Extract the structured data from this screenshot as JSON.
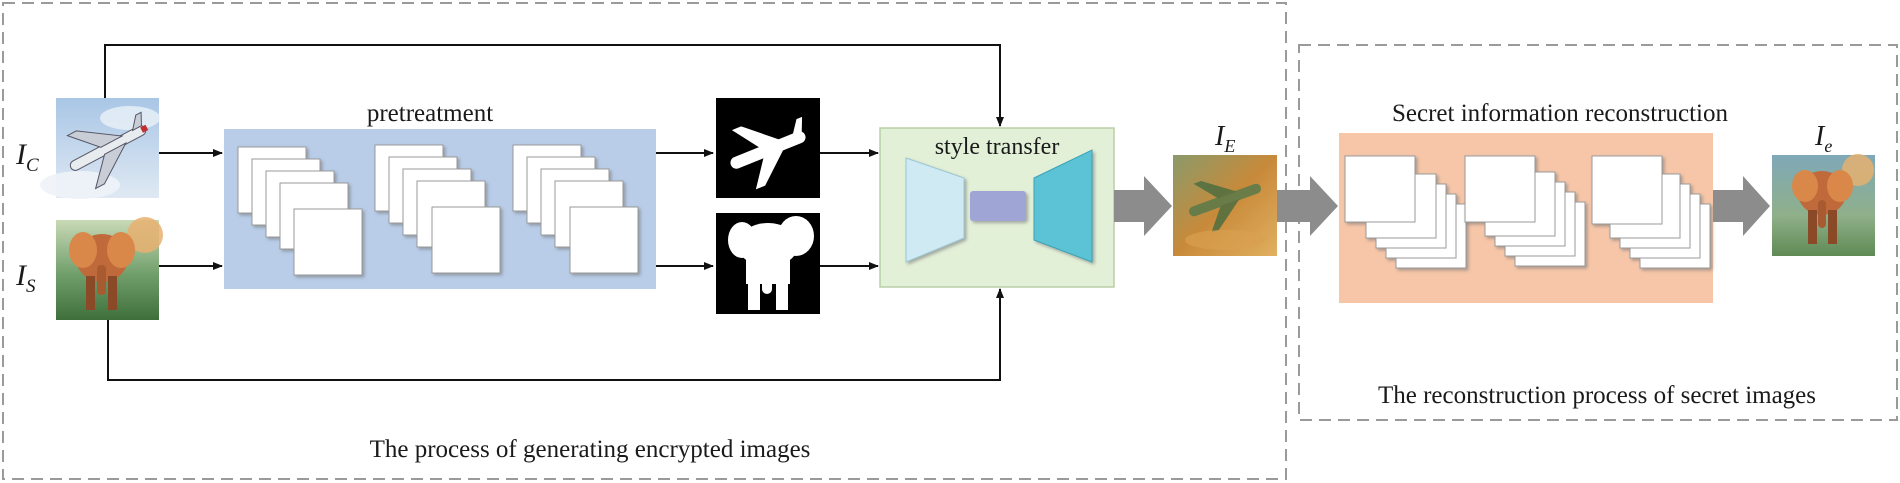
{
  "labels": {
    "ic": "I",
    "ic_sub": "C",
    "is": "I",
    "is_sub": "S",
    "ie_upper": "I",
    "ie_upper_sub": "E",
    "ie_lower": "I",
    "ie_lower_sub": "e",
    "pretreatment": "pretreatment",
    "style_transfer": "style transfer",
    "secret_reconstruction": "Secret information reconstruction",
    "left_caption": "The process of generating encrypted images",
    "right_caption": "The reconstruction process of secret images"
  },
  "colors": {
    "dashed_border": "#9a9a9a",
    "pretreatment_bg": "#b9cde9",
    "style_transfer_bg": "#e3f0d8",
    "style_transfer_border": "#b8cfa8",
    "encoder": "#cfeaf3",
    "decoder": "#5bc3d6",
    "bottleneck": "#9fa6d6",
    "reconstruction_bg": "#f7c6a8",
    "big_arrow": "#8c8c8c"
  },
  "icons": {
    "cover": "airplane-photo-icon",
    "secret": "elephant-photo-icon",
    "mask_plane": "airplane-mask-icon",
    "mask_elephant": "elephant-mask-icon",
    "encrypted": "encrypted-image-icon",
    "recovered": "recovered-elephant-icon"
  }
}
